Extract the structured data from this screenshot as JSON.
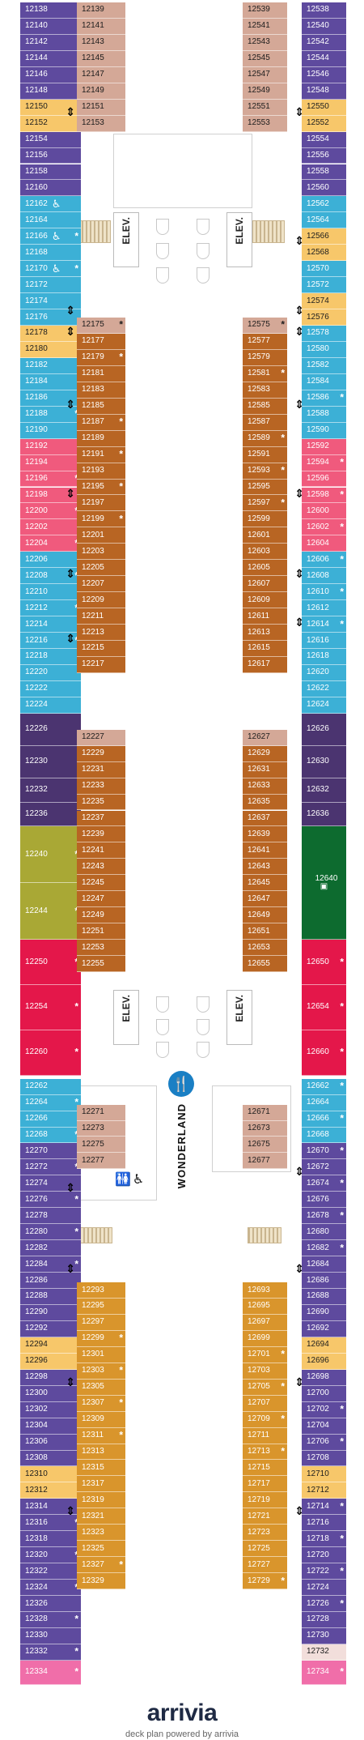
{
  "labels": {
    "elevator": "ELEV.",
    "venue": "WONDERLAND",
    "logo_main": "arrivia",
    "footer": "deck plan powered by arrivia"
  },
  "icons": {
    "accessible": "wheelchair-icon",
    "connecting": "double-arrow-icon",
    "restaurant": "fork-knife-icon",
    "restroom": "restroom-icon",
    "tv": "tv-icon"
  },
  "colors": {
    "purple": "#5e4a9e",
    "yellow": "#f7c76a",
    "cyan": "#3cb0d6",
    "pink": "#f05a7d",
    "darkpurple": "#4b3470",
    "olive": "#a9a835",
    "red": "#e4174a",
    "green": "#0d6b2f",
    "magenta": "#f06ea9",
    "tan": "#d4a897",
    "brown": "#b86523",
    "gold": "#d9952c",
    "beige": "#f2dedb"
  },
  "cabins": [
    {
      "n": "12138",
      "side": "ol",
      "c": "purple"
    },
    {
      "n": "12140",
      "side": "ol",
      "c": "purple"
    },
    {
      "n": "12142",
      "side": "ol",
      "c": "purple"
    },
    {
      "n": "12144",
      "side": "ol",
      "c": "purple"
    },
    {
      "n": "12146",
      "side": "ol",
      "c": "purple"
    },
    {
      "n": "12148",
      "side": "ol",
      "c": "purple"
    },
    {
      "n": "12150",
      "side": "ol",
      "c": "yellow"
    },
    {
      "n": "12152",
      "side": "ol",
      "c": "yellow"
    },
    {
      "n": "12154",
      "side": "ol",
      "c": "purple"
    },
    {
      "n": "12156",
      "side": "ol",
      "c": "purple"
    },
    {
      "n": "12158",
      "side": "ol",
      "c": "purple"
    },
    {
      "n": "12160",
      "side": "ol",
      "c": "purple"
    },
    {
      "n": "12162",
      "side": "ol",
      "c": "cyan",
      "acc": true
    },
    {
      "n": "12164",
      "side": "ol",
      "c": "cyan"
    },
    {
      "n": "12166",
      "side": "ol",
      "c": "cyan",
      "acc": true,
      "star": true
    },
    {
      "n": "12168",
      "side": "ol",
      "c": "cyan"
    },
    {
      "n": "12170",
      "side": "ol",
      "c": "cyan",
      "acc": true,
      "star": true
    },
    {
      "n": "12172",
      "side": "ol",
      "c": "cyan"
    },
    {
      "n": "12174",
      "side": "ol",
      "c": "cyan"
    },
    {
      "n": "12176",
      "side": "ol",
      "c": "cyan"
    },
    {
      "n": "12178",
      "side": "ol",
      "c": "yellow"
    },
    {
      "n": "12180",
      "side": "ol",
      "c": "yellow"
    },
    {
      "n": "12182",
      "side": "ol",
      "c": "cyan"
    },
    {
      "n": "12184",
      "side": "ol",
      "c": "cyan"
    },
    {
      "n": "12186",
      "side": "ol",
      "c": "cyan"
    },
    {
      "n": "12188",
      "side": "ol",
      "c": "cyan",
      "star": true
    },
    {
      "n": "12190",
      "side": "ol",
      "c": "cyan"
    },
    {
      "n": "12192",
      "side": "ol",
      "c": "pink"
    },
    {
      "n": "12194",
      "side": "ol",
      "c": "pink"
    },
    {
      "n": "12196",
      "side": "ol",
      "c": "pink",
      "star": true
    },
    {
      "n": "12198",
      "side": "ol",
      "c": "pink"
    },
    {
      "n": "12200",
      "side": "ol",
      "c": "pink",
      "star": true
    },
    {
      "n": "12202",
      "side": "ol",
      "c": "pink"
    },
    {
      "n": "12204",
      "side": "ol",
      "c": "pink",
      "star": true
    },
    {
      "n": "12206",
      "side": "ol",
      "c": "cyan"
    },
    {
      "n": "12208",
      "side": "ol",
      "c": "cyan",
      "star": true
    },
    {
      "n": "12210",
      "side": "ol",
      "c": "cyan"
    },
    {
      "n": "12212",
      "side": "ol",
      "c": "cyan",
      "star": true
    },
    {
      "n": "12214",
      "side": "ol",
      "c": "cyan"
    },
    {
      "n": "12216",
      "side": "ol",
      "c": "cyan",
      "star": true
    },
    {
      "n": "12218",
      "side": "ol",
      "c": "cyan"
    },
    {
      "n": "12220",
      "side": "ol",
      "c": "cyan"
    },
    {
      "n": "12222",
      "side": "ol",
      "c": "cyan"
    },
    {
      "n": "12224",
      "side": "ol",
      "c": "cyan"
    },
    {
      "n": "12226",
      "side": "ol",
      "c": "darkpurple",
      "h": 2
    },
    {
      "n": "12230",
      "side": "ol",
      "c": "darkpurple",
      "h": 2
    },
    {
      "n": "12232",
      "side": "ol",
      "c": "darkpurple",
      "h": 1.5
    },
    {
      "n": "12236",
      "side": "ol",
      "c": "darkpurple",
      "h": 1.5
    },
    {
      "n": "12240",
      "side": "ol",
      "c": "olive",
      "h": 3.5,
      "star": true
    },
    {
      "n": "12244",
      "side": "ol",
      "c": "olive",
      "h": 3.5,
      "star": true
    },
    {
      "n": "12250",
      "side": "ol",
      "c": "red",
      "h": 2.8,
      "star": true
    },
    {
      "n": "12254",
      "side": "ol",
      "c": "red",
      "h": 2.8,
      "star": true
    },
    {
      "n": "12260",
      "side": "ol",
      "c": "red",
      "h": 2.8,
      "star": true
    },
    {
      "n": "12262",
      "side": "ol",
      "c": "cyan",
      "gap": 0.2
    },
    {
      "n": "12264",
      "side": "ol",
      "c": "cyan",
      "star": true
    },
    {
      "n": "12266",
      "side": "ol",
      "c": "cyan"
    },
    {
      "n": "12268",
      "side": "ol",
      "c": "cyan",
      "star": true
    },
    {
      "n": "12270",
      "side": "ol",
      "c": "purple"
    },
    {
      "n": "12272",
      "side": "ol",
      "c": "purple",
      "star": true
    },
    {
      "n": "12274",
      "side": "ol",
      "c": "purple"
    },
    {
      "n": "12276",
      "side": "ol",
      "c": "purple",
      "star": true
    },
    {
      "n": "12278",
      "side": "ol",
      "c": "purple"
    },
    {
      "n": "12280",
      "side": "ol",
      "c": "purple",
      "star": true
    },
    {
      "n": "12282",
      "side": "ol",
      "c": "purple"
    },
    {
      "n": "12284",
      "side": "ol",
      "c": "purple",
      "star": true
    },
    {
      "n": "12286",
      "side": "ol",
      "c": "purple"
    },
    {
      "n": "12288",
      "side": "ol",
      "c": "purple"
    },
    {
      "n": "12290",
      "side": "ol",
      "c": "purple"
    },
    {
      "n": "12292",
      "side": "ol",
      "c": "purple"
    },
    {
      "n": "12294",
      "side": "ol",
      "c": "yellow"
    },
    {
      "n": "12296",
      "side": "ol",
      "c": "yellow"
    },
    {
      "n": "12298",
      "side": "ol",
      "c": "purple"
    },
    {
      "n": "12300",
      "side": "ol",
      "c": "purple"
    },
    {
      "n": "12302",
      "side": "ol",
      "c": "purple"
    },
    {
      "n": "12304",
      "side": "ol",
      "c": "purple"
    },
    {
      "n": "12306",
      "side": "ol",
      "c": "purple"
    },
    {
      "n": "12308",
      "side": "ol",
      "c": "purple"
    },
    {
      "n": "12310",
      "side": "ol",
      "c": "yellow"
    },
    {
      "n": "12312",
      "side": "ol",
      "c": "yellow"
    },
    {
      "n": "12314",
      "side": "ol",
      "c": "purple"
    },
    {
      "n": "12316",
      "side": "ol",
      "c": "purple",
      "star": true
    },
    {
      "n": "12318",
      "side": "ol",
      "c": "purple"
    },
    {
      "n": "12320",
      "side": "ol",
      "c": "purple",
      "star": true
    },
    {
      "n": "12322",
      "side": "ol",
      "c": "purple"
    },
    {
      "n": "12324",
      "side": "ol",
      "c": "purple",
      "star": true
    },
    {
      "n": "12326",
      "side": "ol",
      "c": "purple"
    },
    {
      "n": "12328",
      "side": "ol",
      "c": "purple",
      "star": true
    },
    {
      "n": "12330",
      "side": "ol",
      "c": "purple"
    },
    {
      "n": "12332",
      "side": "ol",
      "c": "purple",
      "star": true
    },
    {
      "n": "12334",
      "side": "ol",
      "c": "magenta",
      "h": 1.5,
      "star": true
    },
    {
      "n": "12538",
      "side": "or",
      "c": "purple"
    },
    {
      "n": "12540",
      "side": "or",
      "c": "purple"
    },
    {
      "n": "12542",
      "side": "or",
      "c": "purple"
    },
    {
      "n": "12544",
      "side": "or",
      "c": "purple"
    },
    {
      "n": "12546",
      "side": "or",
      "c": "purple"
    },
    {
      "n": "12548",
      "side": "or",
      "c": "purple"
    },
    {
      "n": "12550",
      "side": "or",
      "c": "yellow"
    },
    {
      "n": "12552",
      "side": "or",
      "c": "yellow"
    },
    {
      "n": "12554",
      "side": "or",
      "c": "purple"
    },
    {
      "n": "12556",
      "side": "or",
      "c": "purple"
    },
    {
      "n": "12558",
      "side": "or",
      "c": "purple"
    },
    {
      "n": "12560",
      "side": "or",
      "c": "purple"
    },
    {
      "n": "12562",
      "side": "or",
      "c": "cyan"
    },
    {
      "n": "12564",
      "side": "or",
      "c": "cyan"
    },
    {
      "n": "12566",
      "side": "or",
      "c": "yellow"
    },
    {
      "n": "12568",
      "side": "or",
      "c": "yellow"
    },
    {
      "n": "12570",
      "side": "or",
      "c": "cyan"
    },
    {
      "n": "12572",
      "side": "or",
      "c": "cyan"
    },
    {
      "n": "12574",
      "side": "or",
      "c": "yellow"
    },
    {
      "n": "12576",
      "side": "or",
      "c": "yellow"
    },
    {
      "n": "12578",
      "side": "or",
      "c": "cyan"
    },
    {
      "n": "12580",
      "side": "or",
      "c": "cyan"
    },
    {
      "n": "12582",
      "side": "or",
      "c": "cyan"
    },
    {
      "n": "12584",
      "side": "or",
      "c": "cyan"
    },
    {
      "n": "12586",
      "side": "or",
      "c": "cyan",
      "star": true
    },
    {
      "n": "12588",
      "side": "or",
      "c": "cyan"
    },
    {
      "n": "12590",
      "side": "or",
      "c": "cyan"
    },
    {
      "n": "12592",
      "side": "or",
      "c": "pink"
    },
    {
      "n": "12594",
      "side": "or",
      "c": "pink",
      "star": true
    },
    {
      "n": "12596",
      "side": "or",
      "c": "pink"
    },
    {
      "n": "12598",
      "side": "or",
      "c": "pink",
      "star": true
    },
    {
      "n": "12600",
      "side": "or",
      "c": "pink"
    },
    {
      "n": "12602",
      "side": "or",
      "c": "pink",
      "star": true
    },
    {
      "n": "12604",
      "side": "or",
      "c": "pink"
    },
    {
      "n": "12606",
      "side": "or",
      "c": "cyan",
      "star": true
    },
    {
      "n": "12608",
      "side": "or",
      "c": "cyan"
    },
    {
      "n": "12610",
      "side": "or",
      "c": "cyan",
      "star": true
    },
    {
      "n": "12612",
      "side": "or",
      "c": "cyan"
    },
    {
      "n": "12614",
      "side": "or",
      "c": "cyan",
      "star": true
    },
    {
      "n": "12616",
      "side": "or",
      "c": "cyan"
    },
    {
      "n": "12618",
      "side": "or",
      "c": "cyan"
    },
    {
      "n": "12620",
      "side": "or",
      "c": "cyan"
    },
    {
      "n": "12622",
      "side": "or",
      "c": "cyan"
    },
    {
      "n": "12624",
      "side": "or",
      "c": "cyan"
    },
    {
      "n": "12626",
      "side": "or",
      "c": "darkpurple",
      "h": 2
    },
    {
      "n": "12630",
      "side": "or",
      "c": "darkpurple",
      "h": 2
    },
    {
      "n": "12632",
      "side": "or",
      "c": "darkpurple",
      "h": 1.5
    },
    {
      "n": "12636",
      "side": "or",
      "c": "darkpurple",
      "h": 1.5
    },
    {
      "n": "12640",
      "side": "or",
      "c": "green",
      "h": 7,
      "tv": true
    },
    {
      "n": "12650",
      "side": "or",
      "c": "red",
      "h": 2.8,
      "star": true
    },
    {
      "n": "12654",
      "side": "or",
      "c": "red",
      "h": 2.8,
      "star": true
    },
    {
      "n": "12660",
      "side": "or",
      "c": "red",
      "h": 2.8,
      "star": true
    },
    {
      "n": "12662",
      "side": "or",
      "c": "cyan",
      "gap": 0.2,
      "star": true
    },
    {
      "n": "12664",
      "side": "or",
      "c": "cyan"
    },
    {
      "n": "12666",
      "side": "or",
      "c": "cyan",
      "star": true
    },
    {
      "n": "12668",
      "side": "or",
      "c": "cyan"
    },
    {
      "n": "12670",
      "side": "or",
      "c": "purple",
      "star": true
    },
    {
      "n": "12672",
      "side": "or",
      "c": "purple"
    },
    {
      "n": "12674",
      "side": "or",
      "c": "purple",
      "star": true
    },
    {
      "n": "12676",
      "side": "or",
      "c": "purple"
    },
    {
      "n": "12678",
      "side": "or",
      "c": "purple",
      "star": true
    },
    {
      "n": "12680",
      "side": "or",
      "c": "purple"
    },
    {
      "n": "12682",
      "side": "or",
      "c": "purple",
      "star": true
    },
    {
      "n": "12684",
      "side": "or",
      "c": "purple"
    },
    {
      "n": "12686",
      "side": "or",
      "c": "purple"
    },
    {
      "n": "12688",
      "side": "or",
      "c": "purple"
    },
    {
      "n": "12690",
      "side": "or",
      "c": "purple"
    },
    {
      "n": "12692",
      "side": "or",
      "c": "purple"
    },
    {
      "n": "12694",
      "side": "or",
      "c": "yellow"
    },
    {
      "n": "12696",
      "side": "or",
      "c": "yellow"
    },
    {
      "n": "12698",
      "side": "or",
      "c": "purple"
    },
    {
      "n": "12700",
      "side": "or",
      "c": "purple"
    },
    {
      "n": "12702",
      "side": "or",
      "c": "purple",
      "star": true
    },
    {
      "n": "12704",
      "side": "or",
      "c": "purple"
    },
    {
      "n": "12706",
      "side": "or",
      "c": "purple",
      "star": true
    },
    {
      "n": "12708",
      "side": "or",
      "c": "purple"
    },
    {
      "n": "12710",
      "side": "or",
      "c": "yellow"
    },
    {
      "n": "12712",
      "side": "or",
      "c": "yellow"
    },
    {
      "n": "12714",
      "side": "or",
      "c": "purple",
      "star": true
    },
    {
      "n": "12716",
      "side": "or",
      "c": "purple"
    },
    {
      "n": "12718",
      "side": "or",
      "c": "purple",
      "star": true
    },
    {
      "n": "12720",
      "side": "or",
      "c": "purple"
    },
    {
      "n": "12722",
      "side": "or",
      "c": "purple",
      "star": true
    },
    {
      "n": "12724",
      "side": "or",
      "c": "purple"
    },
    {
      "n": "12726",
      "side": "or",
      "c": "purple",
      "star": true
    },
    {
      "n": "12728",
      "side": "or",
      "c": "purple"
    },
    {
      "n": "12730",
      "side": "or",
      "c": "purple"
    },
    {
      "n": "12732",
      "side": "or",
      "c": "beige"
    },
    {
      "n": "12734",
      "side": "or",
      "c": "magenta",
      "h": 1.5,
      "star": true
    }
  ],
  "inner": [
    {
      "side": "il",
      "start": 0,
      "c": "tan",
      "list": [
        "12139",
        "12141",
        "12143",
        "12145",
        "12147",
        "12149",
        "12151",
        "12153"
      ]
    },
    {
      "side": "ir",
      "start": 0,
      "c": "tan",
      "list": [
        "12539",
        "12541",
        "12543",
        "12545",
        "12547",
        "12549",
        "12551",
        "12553"
      ]
    },
    {
      "side": "il",
      "start": 19.5,
      "c": "tan",
      "list": [
        "12175*"
      ]
    },
    {
      "side": "ir",
      "start": 19.5,
      "c": "tan",
      "list": [
        "12575*"
      ]
    },
    {
      "side": "il",
      "start": 20.5,
      "c": "brown",
      "list": [
        "12177",
        "12179*",
        "12181",
        "12183",
        "12185",
        "12187*",
        "12189",
        "12191*",
        "12193",
        "12195*",
        "12197",
        "12199*",
        "12201",
        "12203",
        "12205",
        "12207",
        "12209",
        "12211",
        "12213",
        "12215",
        "12217"
      ]
    },
    {
      "side": "ir",
      "start": 20.5,
      "c": "brown",
      "list": [
        "12577",
        "12579",
        "12581*",
        "12583",
        "12585",
        "12587",
        "12589*",
        "12591",
        "12593*",
        "12595",
        "12597*",
        "12599",
        "12601",
        "12603",
        "12605",
        "12607",
        "12609",
        "12611",
        "12613",
        "12615",
        "12617"
      ]
    },
    {
      "side": "il",
      "start": 45,
      "c": "tan",
      "list": [
        "12227"
      ]
    },
    {
      "side": "ir",
      "start": 45,
      "c": "tan",
      "list": [
        "12627"
      ]
    },
    {
      "side": "il",
      "start": 46,
      "c": "brown",
      "list": [
        "12229",
        "12231",
        "12233",
        "12235",
        "12237",
        "12239",
        "12241",
        "12243",
        "12245",
        "12247",
        "12249",
        "12251",
        "12253",
        "12255"
      ]
    },
    {
      "side": "ir",
      "start": 46,
      "c": "brown",
      "list": [
        "12629",
        "12631",
        "12633",
        "12635",
        "12637",
        "12639",
        "12641",
        "12643",
        "12645",
        "12647",
        "12649",
        "12651",
        "12653",
        "12655"
      ]
    },
    {
      "side": "il",
      "start": 68.2,
      "c": "tan",
      "list": [
        "12271",
        "12273",
        "12275",
        "12277"
      ]
    },
    {
      "side": "ir",
      "start": 68.2,
      "c": "tan",
      "list": [
        "12671",
        "12673",
        "12675",
        "12677"
      ]
    },
    {
      "side": "il",
      "start": 79.2,
      "c": "gold",
      "list": [
        "12293",
        "12295",
        "12297",
        "12299*",
        "12301",
        "12303*",
        "12305",
        "12307*",
        "12309",
        "12311*",
        "12313",
        "12315",
        "12317",
        "12319",
        "12321",
        "12323",
        "12325",
        "12327*",
        "12329"
      ]
    },
    {
      "side": "ir",
      "start": 79.2,
      "c": "gold",
      "list": [
        "12693",
        "12695",
        "12697",
        "12699",
        "12701*",
        "12703",
        "12705*",
        "12707",
        "12709*",
        "12711",
        "12713*",
        "12715",
        "12717",
        "12719",
        "12721",
        "12723",
        "12725",
        "12727",
        "12729*"
      ]
    }
  ]
}
